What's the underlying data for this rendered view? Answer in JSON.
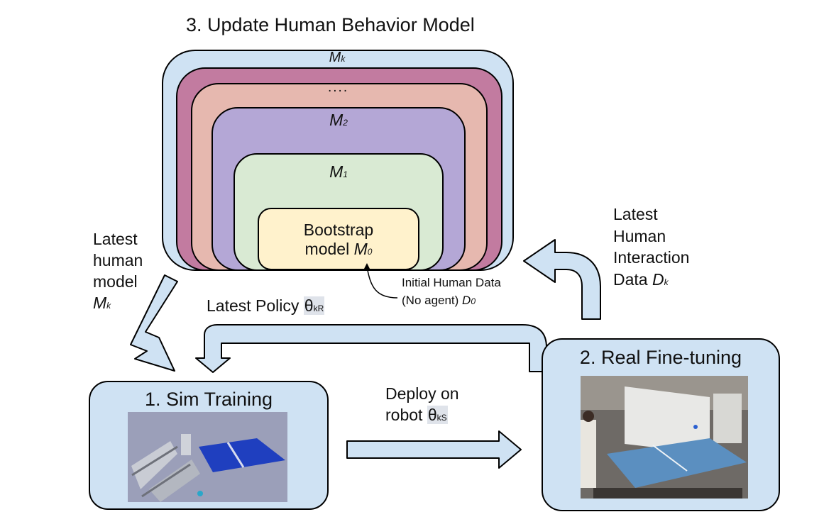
{
  "title": "3. Update Human Behavior Model",
  "models": {
    "mk": {
      "letter": "M",
      "sub": "k"
    },
    "dots": "....",
    "m2": {
      "letter": "M",
      "sub": "2"
    },
    "m1": {
      "letter": "M",
      "sub": "1"
    },
    "bootstrap_line1": "Bootstrap",
    "bootstrap_line2_prefix": "model ",
    "m0": {
      "letter": "M",
      "sub": "0"
    }
  },
  "initial_data": {
    "line1": "Initial Human Data",
    "line2_prefix": "(No agent) ",
    "d0": {
      "letter": "D",
      "sub": "0"
    }
  },
  "latest_human_model": {
    "lines": [
      "Latest",
      "human",
      "model"
    ],
    "mk": {
      "letter": "M",
      "sub": "k"
    }
  },
  "latest_interaction": {
    "lines": [
      "Latest",
      "Human",
      "Interaction"
    ],
    "data_prefix": "Data ",
    "dk": {
      "letter": "D",
      "sub": "k"
    }
  },
  "latest_policy": {
    "prefix": "Latest Policy ",
    "theta": "θ",
    "sub": "kR"
  },
  "deploy": {
    "line1": "Deploy on",
    "line2_prefix": "robot ",
    "theta": "θ",
    "sub": "kS"
  },
  "sim_training": {
    "title": "1. Sim Training"
  },
  "real_finetuning": {
    "title": "2. Real Fine-tuning"
  },
  "colors": {
    "outer_blue": "#cfe2f3",
    "magenta": "#c27ba0",
    "salmon": "#e6b8af",
    "purple": "#b4a7d6",
    "green": "#d9ead3",
    "yellow": "#fff2cc",
    "arrow_fill": "#cfe2f3",
    "table_blue": "#1f3fbf"
  }
}
